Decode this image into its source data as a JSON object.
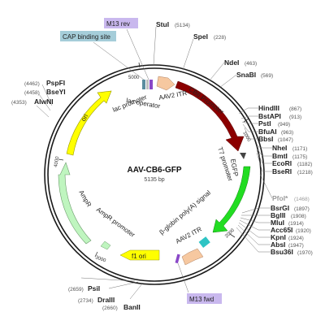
{
  "plasmid": {
    "name": "AAV-CB6-GFP",
    "size": "5135 bp"
  },
  "ticks": {
    "t1000": "1000",
    "t2000": "2000",
    "t3000": "3000",
    "t4000": "4000",
    "t5000": "5000"
  },
  "sites": {
    "stui": {
      "name": "StuI",
      "pos": "(5134)"
    },
    "spei": {
      "name": "SpeI",
      "pos": "(228)"
    },
    "ndei": {
      "name": "NdeI",
      "pos": "(463)"
    },
    "snabi": {
      "name": "SnaBI",
      "pos": "(569)"
    },
    "hindiii": {
      "name": "HindIII",
      "pos": "(867)"
    },
    "bstapi": {
      "name": "BstAPI",
      "pos": "(913)"
    },
    "psti": {
      "name": "PstI",
      "pos": "(949)"
    },
    "bfuai": {
      "name": "BfuAI",
      "pos": "(963)"
    },
    "bbsi": {
      "name": "BbsI",
      "pos": "(1047)"
    },
    "nhei": {
      "name": "NheI",
      "pos": "(1171)"
    },
    "bmti": {
      "name": "BmtI",
      "pos": "(1175)"
    },
    "ecori": {
      "name": "EcoRI",
      "pos": "(1182)"
    },
    "bseri": {
      "name": "BseRI",
      "pos": "(1218)"
    },
    "pfoi": {
      "name": "PfoI*",
      "pos": "(1468)"
    },
    "bsrgi": {
      "name": "BsrGI",
      "pos": "(1897)"
    },
    "bglii": {
      "name": "BglII",
      "pos": "(1908)"
    },
    "mlui": {
      "name": "MluI",
      "pos": "(1914)"
    },
    "acc65i": {
      "name": "Acc65I",
      "pos": "(1920)"
    },
    "kpni": {
      "name": "KpnI",
      "pos": "(1924)"
    },
    "absi": {
      "name": "AbsI",
      "pos": "(1947)"
    },
    "bsu36i": {
      "name": "Bsu36I",
      "pos": "(1970)"
    },
    "bani": {
      "name": "BanII",
      "pos": "(2660)"
    },
    "draiii": {
      "name": "DraIII",
      "pos": "(2734)"
    },
    "psii": {
      "name": "PsiI",
      "pos": "(2659)"
    },
    "alwni": {
      "name": "AlwNI",
      "pos": "(4353)"
    },
    "bseyi": {
      "name": "BseYI",
      "pos": "(4458)"
    },
    "pspfi": {
      "name": "PspFI",
      "pos": "(4462)"
    }
  },
  "tags": {
    "m13rev": "M13 rev",
    "cap": "CAP binding site",
    "m13fwd": "M13 fwd"
  },
  "features": {
    "lac_promoter": "lac promoter",
    "lac_operator": "lac operator",
    "aav2_itr_top": "AAV2 ITR",
    "cb6_promoter": "CB6 Promoter",
    "t7_promoter": "T7 promoter",
    "egfp": "EGFP",
    "bglobin": "β-globin poly(A) signal",
    "aav2_itr_bottom": "AAV2 ITR",
    "f1_ori": "f1 ori",
    "ampr_promoter": "AmpR promoter",
    "ampr": "AmpR",
    "ori": "ori"
  },
  "colors": {
    "backbone": "#1a1a1a",
    "cb6_promoter": "#8b0000",
    "egfp": "#22dd22",
    "ori": "#ffff00",
    "f1_ori": "#ffff00",
    "ampr": "#bff5bf",
    "aav2_itr": "#f6c8a0",
    "lac_tag": "#c9b8ee",
    "cap_tag": "#a5cdd9"
  }
}
